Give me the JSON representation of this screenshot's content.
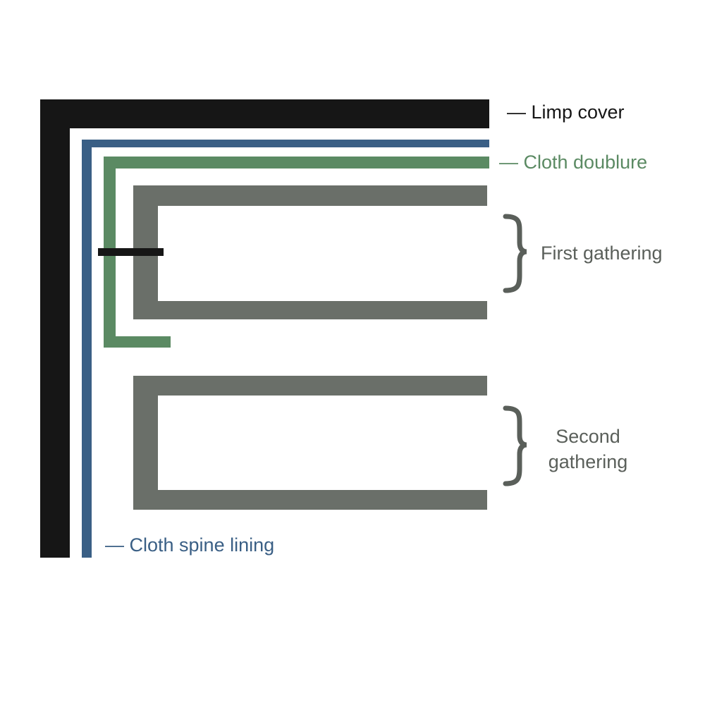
{
  "labels": {
    "limp_cover": "— Limp cover",
    "cloth_doublure": "— Cloth doublure",
    "first_gathering": "First gathering",
    "second_gathering_line1": "Second",
    "second_gathering_line2": "gathering",
    "cloth_spine_lining": "— Cloth spine lining"
  },
  "colors": {
    "limp_cover": "#161616",
    "cloth_spine_lining": "#3a5f85",
    "cloth_doublure": "#5b8a63",
    "gathering": "#6a6f69",
    "sewing_thread": "#161616",
    "label_gathering": "#5a5f5a"
  }
}
